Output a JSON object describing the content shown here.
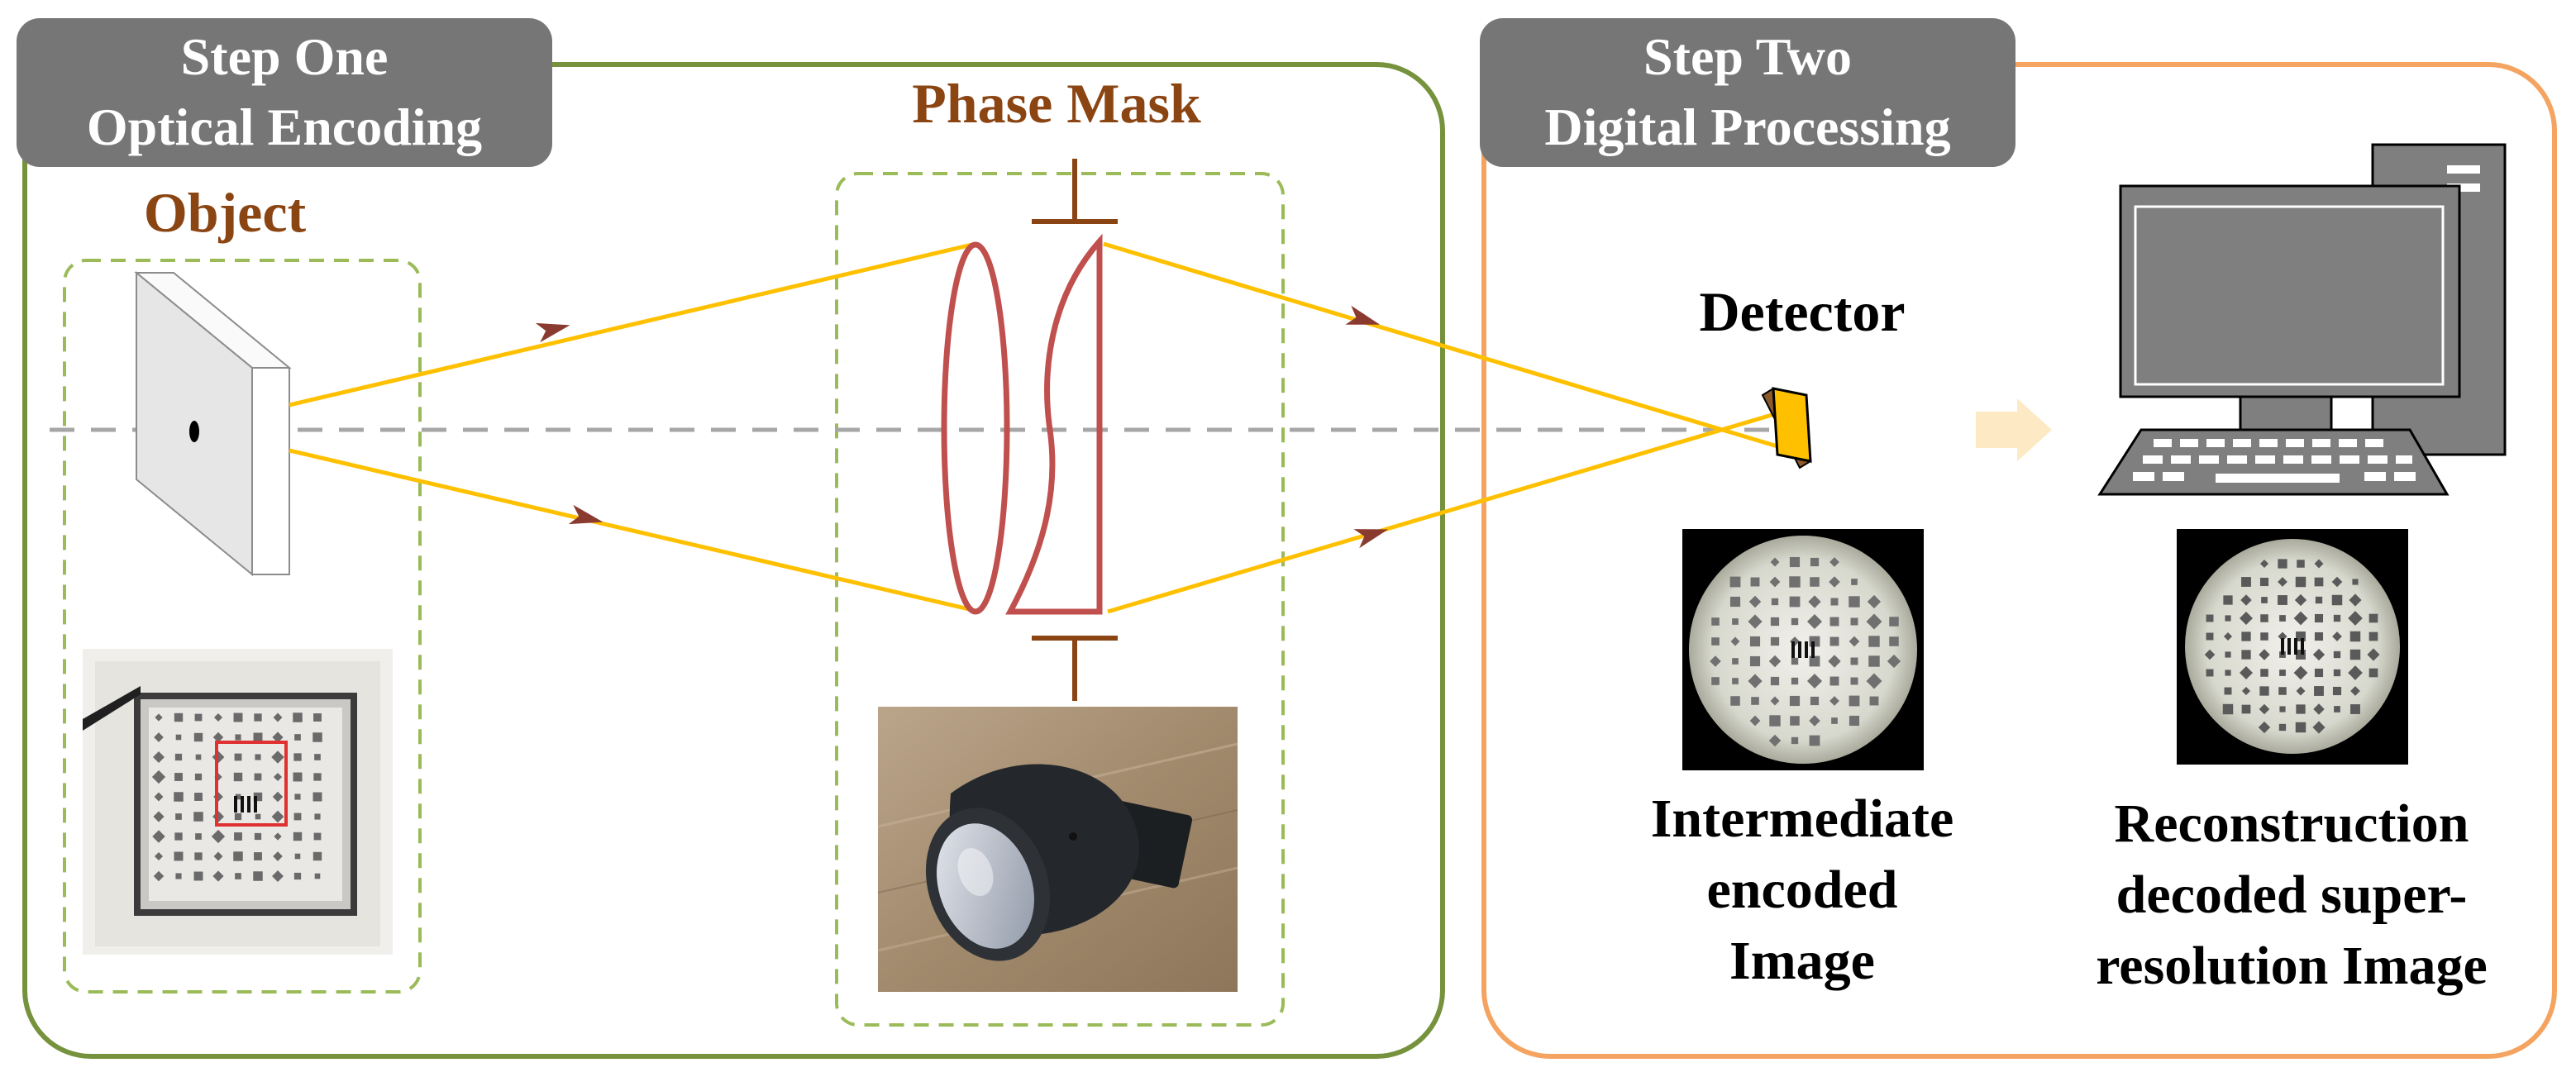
{
  "step_one": {
    "line1": "Step One",
    "line2": "Optical Encoding"
  },
  "step_two": {
    "line1": "Step Two",
    "line2": "Digital Processing"
  },
  "labels": {
    "object": "Object",
    "phase_mask": "Phase Mask",
    "detector": "Detector"
  },
  "captions": {
    "intermediate": [
      "Intermediate",
      "encoded",
      "Image"
    ],
    "reconstruction": [
      "Reconstruction",
      "decoded super-",
      "resolution Image"
    ]
  },
  "colors": {
    "step_one_border": "#76923c",
    "step_two_border": "#f4a460",
    "tab_fill": "#767676",
    "ray": "#ffc000",
    "arrow": "#8b3a2f",
    "lens": "#c0504d",
    "dashed_box": "#9bbb59",
    "brown_label": "#8b4513",
    "detector": "#ffc000"
  }
}
